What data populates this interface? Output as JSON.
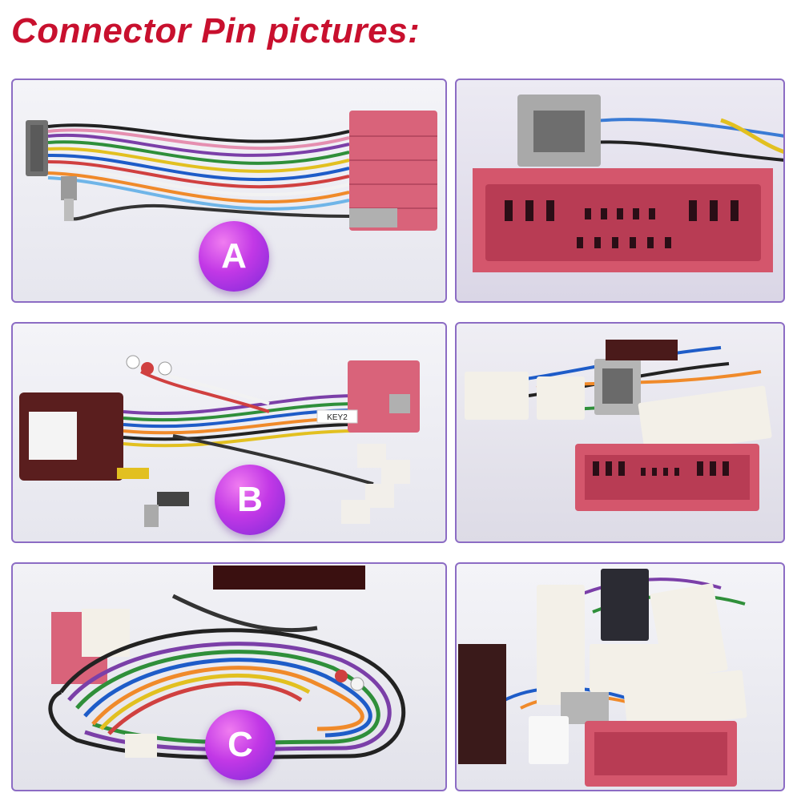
{
  "heading": "Connector Pin pictures:",
  "badges": {
    "a": "A",
    "b": "B",
    "c": "C"
  },
  "tags": {
    "key2": "KEY2"
  },
  "colors": {
    "heading": "#c8102e",
    "panel_border": "#8c6cc4",
    "connector_pink": "#d9637a",
    "badge_gradient": [
      "#f07cf0",
      "#c238e6",
      "#7d2ad9"
    ]
  }
}
